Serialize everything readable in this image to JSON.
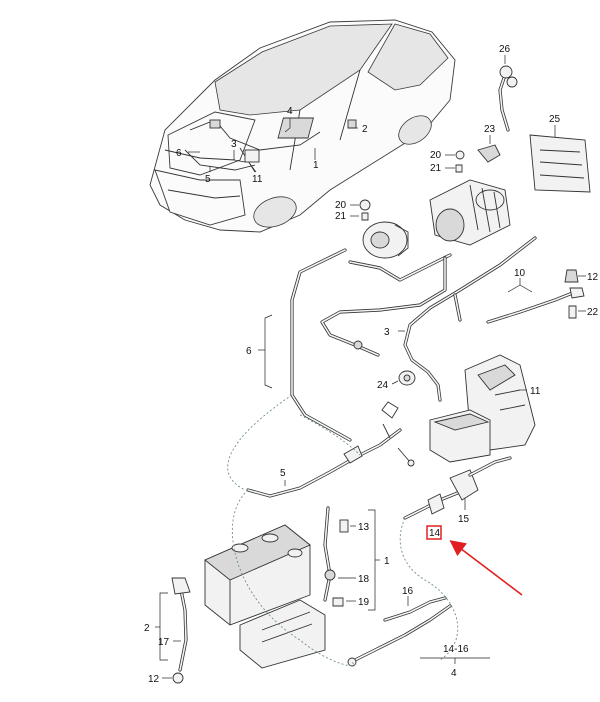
{
  "callouts": {
    "c1_car": "1",
    "c2_car": "2",
    "c3_car": "3",
    "c4_car": "4",
    "c5_car": "5",
    "c6_car": "6",
    "c11_car": "11",
    "c26": "26",
    "c23": "23",
    "c25": "25",
    "c20a": "20",
    "c21a": "21",
    "c20b": "20",
    "c21b": "21",
    "c10": "10",
    "c12a": "12",
    "c22": "22",
    "c6": "6",
    "c3": "3",
    "c24": "24",
    "c11": "11",
    "c5": "5",
    "c15": "15",
    "c14": "14",
    "c13": "13",
    "c1": "1",
    "c18": "18",
    "c19": "19",
    "c2": "2",
    "c17": "17",
    "c12b": "12",
    "c16": "16",
    "c14_16": "14-16",
    "c4": "4"
  },
  "highlight": {
    "color": "#e02020",
    "target_label": "14"
  }
}
